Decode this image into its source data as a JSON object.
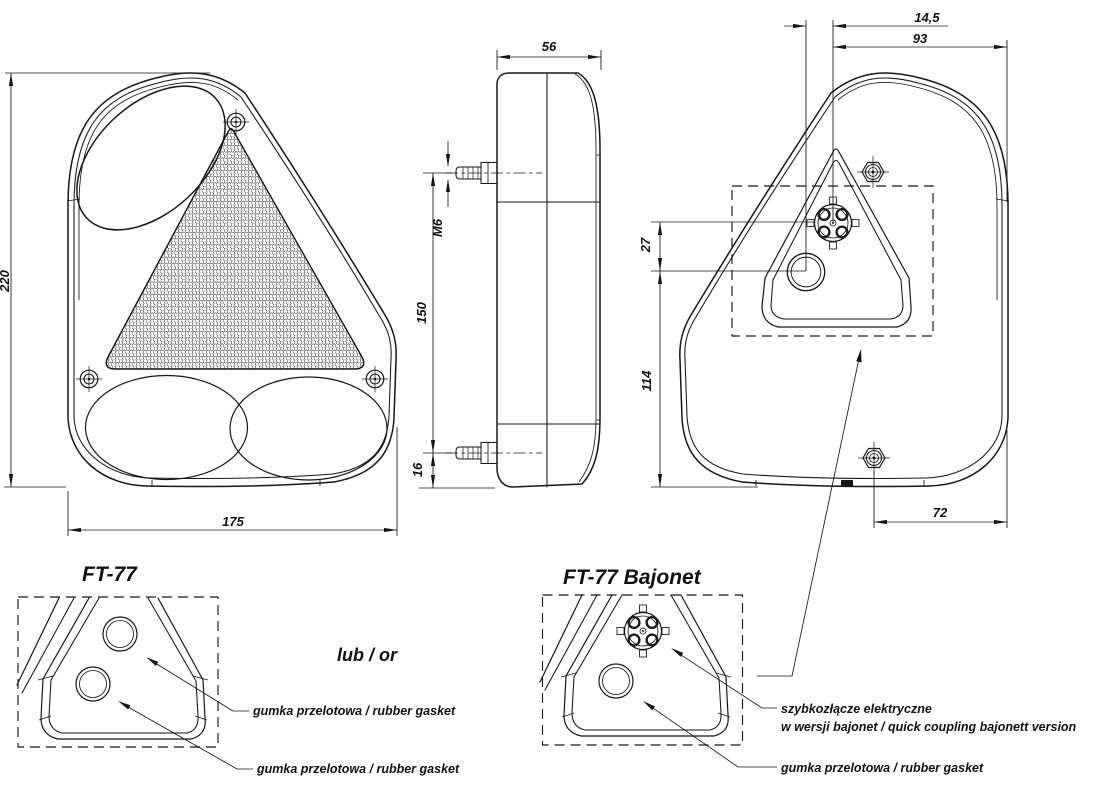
{
  "drawing": {
    "title_standard": "FT-77",
    "title_bajonet": "FT-77 Bajonet",
    "or_text": "lub / or",
    "dims": {
      "height": "220",
      "width": "175",
      "depth": "56",
      "thread": "M6",
      "stud_spacing": "150",
      "stud_offset": "16",
      "conn_offset": "14,5",
      "conn_from_right_edge": "93",
      "conn_gasket_gap": "27",
      "gasket_to_bottom": "114",
      "screw_from_right_edge": "72"
    },
    "notes": {
      "rubber_gasket": "gumka przelotowa / rubber gasket",
      "quick_coupling_line1": "szybkozłącze elektryczne",
      "quick_coupling_line2": "w wersji bajonet / quick coupling bajonett version"
    }
  }
}
